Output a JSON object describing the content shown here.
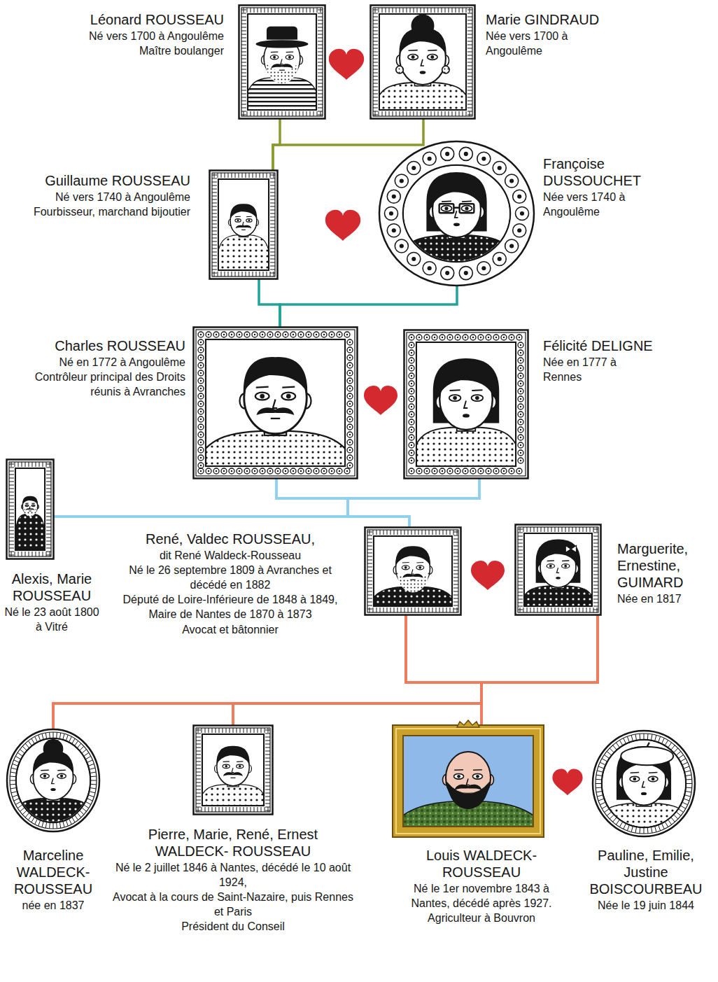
{
  "diagram": {
    "nodes": [
      {
        "text": [
          "Léonard ROUSSEAU",
          "Né vers 1700 à Angoulême",
          "Maître boulanger"
        ]
      },
      {
        "text": [
          "Marie GINDRAUD",
          "Née vers 1700 à Angoulême"
        ]
      },
      {
        "text": [
          "Guillaume ROUSSEAU",
          "Né vers 1740 à Angoulême",
          "Fourbisseur, marchand bijoutier"
        ]
      },
      {
        "text": [
          "Françoise DUSSOUCHET",
          "Née vers 1740 à Angoulême"
        ]
      },
      {
        "text": [
          "Charles ROUSSEAU",
          "Né en 1772 à Angoulême",
          "Contrôleur principal des Droits réunis à Avranches"
        ]
      },
      {
        "text": [
          "Félicité DELIGNE",
          "Née en 1777 à Rennes"
        ]
      },
      {
        "text": [
          "Alexis, Marie ROUSSEAU",
          "Né le 23 août 1800 à Vitré"
        ]
      },
      {
        "text": [
          "René, Valdec ROUSSEAU,",
          "dit René Waldeck-Rousseau",
          "Né le 26 septembre 1809 à Avranches et décédé en 1882",
          "Député de Loire-Inférieure de 1848 à 1849,",
          "Maire de Nantes de 1870 à 1873",
          "Avocat et bâtonnier"
        ]
      },
      {
        "text": [
          "Marguerite, Ernestine, GUIMARD",
          "Née en 1817"
        ]
      },
      {
        "text": [
          "Marceline WALDECK-ROUSSEAU",
          "née en 1837"
        ]
      },
      {
        "text": [
          "Pierre, Marie, René, Ernest WALDECK- ROUSSEAU",
          "Né le 2 juillet 1846 à Nantes, décédé le 10 août 1924,",
          "Avocat à la cours de Saint-Nazaire, puis Rennes et Paris",
          "Président du Conseil"
        ]
      },
      {
        "text": [
          "Louis WALDECK-ROUSSEAU",
          "Né le 1er novembre 1843 à Nantes, décédé après 1927. Agriculteur à Bouvron"
        ]
      },
      {
        "text": [
          "Pauline, Emilie, Justine BOISCOURBEAU",
          "Née le 19 juin 1844"
        ]
      }
    ],
    "edges": [
      {
        "from": 0,
        "to": 2,
        "arrow": "none"
      },
      {
        "from": 1,
        "to": 2,
        "arrow": "none"
      },
      {
        "from": 2,
        "to": 4,
        "arrow": "none"
      },
      {
        "from": 3,
        "to": 4,
        "arrow": "none"
      },
      {
        "from": 4,
        "to": 6,
        "arrow": "none"
      },
      {
        "from": 5,
        "to": 6,
        "arrow": "none"
      },
      {
        "from": 4,
        "to": 7,
        "arrow": "none"
      },
      {
        "from": 5,
        "to": 7,
        "arrow": "none"
      },
      {
        "from": 7,
        "to": 9,
        "arrow": "none"
      },
      {
        "from": 8,
        "to": 9,
        "arrow": "none"
      },
      {
        "from": 7,
        "to": 10,
        "arrow": "none"
      },
      {
        "from": 8,
        "to": 10,
        "arrow": "none"
      },
      {
        "from": 7,
        "to": 11,
        "arrow": "none"
      },
      {
        "from": 8,
        "to": 11,
        "arrow": "none"
      }
    ]
  }
}
